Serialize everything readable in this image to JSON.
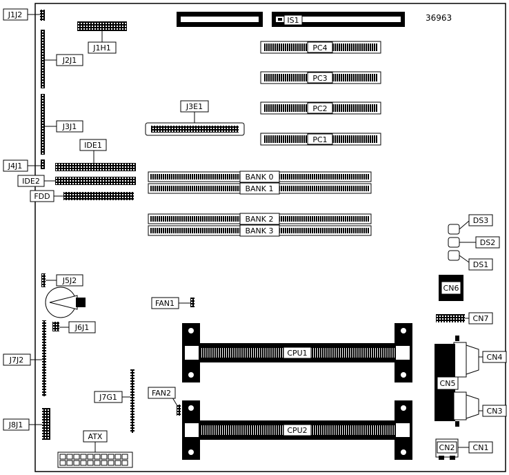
{
  "diagram": {
    "figure_id": "36963",
    "labels": {
      "j1j2": "J1J2",
      "j1h1": "J1H1",
      "j2j1": "J2J1",
      "j3j1": "J3J1",
      "j3e1": "J3E1",
      "j4j1": "J4J1",
      "ide1": "IDE1",
      "ide2": "IDE2",
      "fdd": "FDD",
      "is1": "IS1",
      "pc4": "PC4",
      "pc3": "PC3",
      "pc2": "PC2",
      "pc1": "PC1",
      "bank0": "BANK 0",
      "bank1": "BANK 1",
      "bank2": "BANK 2",
      "bank3": "BANK 3",
      "ds3": "DS3",
      "ds2": "DS2",
      "ds1": "DS1",
      "cn6": "CN6",
      "cn7": "CN7",
      "cn4": "CN4",
      "cn5": "CN5",
      "cn3": "CN3",
      "cn2": "CN2",
      "cn1": "CN1",
      "j5j2": "J5J2",
      "j6j1": "J6J1",
      "j7j2": "J7J2",
      "j7g1": "J7G1",
      "j8j1": "J8J1",
      "fan1": "FAN1",
      "fan2": "FAN2",
      "atx": "ATX",
      "cpu1": "CPU1",
      "cpu2": "CPU2"
    }
  }
}
